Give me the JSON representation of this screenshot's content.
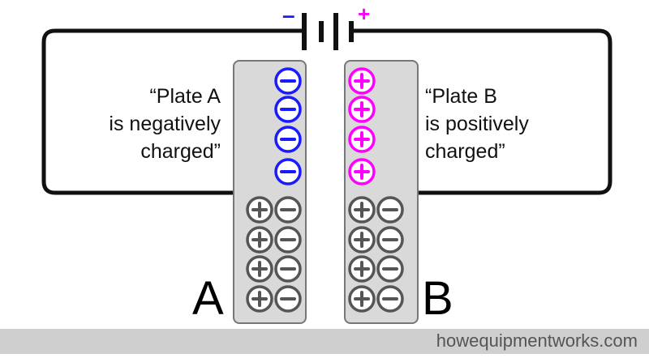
{
  "colors": {
    "negative": "#1a1aff",
    "positive": "#ff00ff",
    "neutral": "#555555",
    "plate_fill": "#d9d9d9",
    "plate_stroke": "#777777",
    "wire": "#111111"
  },
  "battery": {
    "negative_terminal": "–",
    "positive_terminal": "+"
  },
  "plate_a": {
    "letter": "A",
    "caption": [
      "“Plate A",
      "is negatively",
      "charged”"
    ],
    "free_charges": [
      "minus",
      "minus",
      "minus",
      "minus"
    ],
    "neutral_pairs": 4
  },
  "plate_b": {
    "letter": "B",
    "caption": [
      "“Plate B",
      "is positively",
      "charged”"
    ],
    "free_charges": [
      "plus",
      "plus",
      "plus",
      "plus"
    ],
    "neutral_pairs": 4
  },
  "footer": {
    "site": "howequipmentworks.com"
  }
}
